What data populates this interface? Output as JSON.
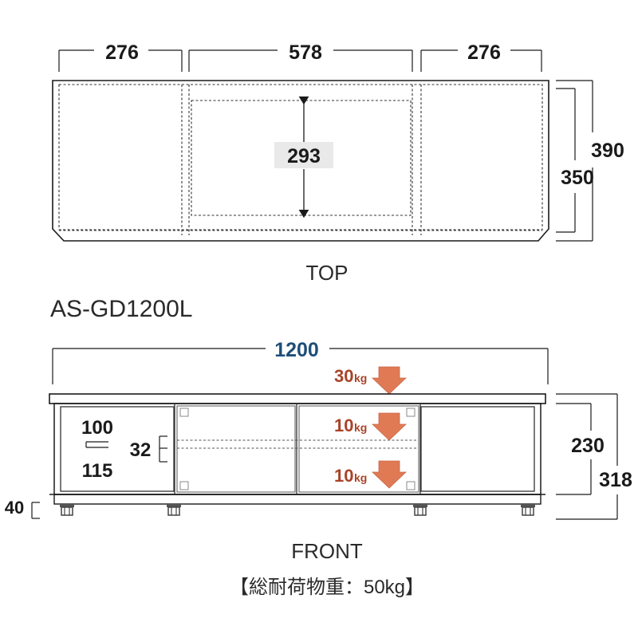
{
  "top_view": {
    "caption": "TOP",
    "width_left": "276",
    "width_center": "578",
    "width_right": "276",
    "depth_total": "390",
    "depth_inner": "350",
    "inner_depth": "293"
  },
  "model": "AS-GD1200L",
  "front_view": {
    "caption": "FRONT",
    "width_total": "1200",
    "height_body": "230",
    "height_total": "318",
    "caster_height": "40",
    "left_shelf_upper": "100",
    "left_shelf_lower": "115",
    "shelf_board": "32",
    "load_top": {
      "value": "30",
      "unit": "kg"
    },
    "load_middle": {
      "value": "10",
      "unit": "kg"
    },
    "load_bottom": {
      "value": "10",
      "unit": "kg"
    }
  },
  "capacity_note": "【総耐荷物重：50kg】",
  "colors": {
    "dimension_blue": "#1f4e79",
    "load_text": "#a84328",
    "arrow_fill": "#e07a55"
  },
  "icons": [
    "down-arrow-icon",
    "caster-icon"
  ]
}
